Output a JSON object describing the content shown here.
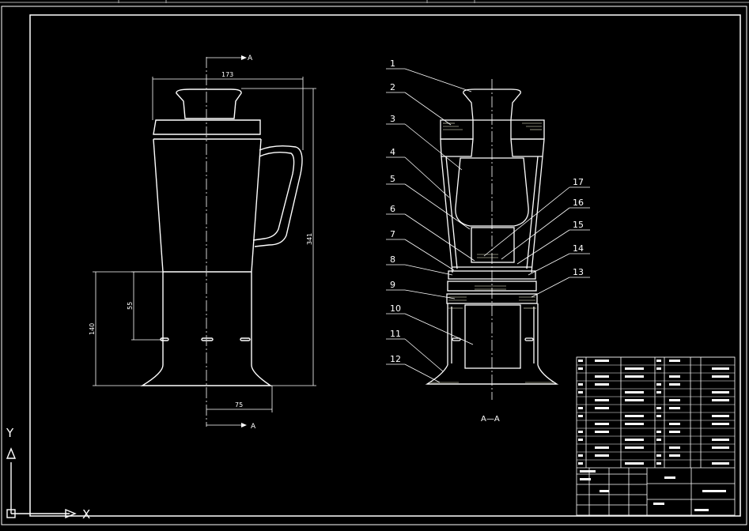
{
  "colors": {
    "background": "#000000",
    "line": "#ffffff",
    "center_line": "#cfcfcf"
  },
  "front_view": {
    "dims": {
      "top_width": "173",
      "height": "341",
      "base_height": "140",
      "inner_height": "55",
      "base_offset": "75"
    },
    "section_marks": {
      "top": "A",
      "bottom": "A"
    }
  },
  "section_view": {
    "caption": "A—A",
    "balloons": [
      "1",
      "2",
      "3",
      "4",
      "5",
      "6",
      "7",
      "8",
      "9",
      "10",
      "11",
      "12",
      "13",
      "14",
      "15",
      "16",
      "17"
    ]
  },
  "axes": {
    "y": "Y",
    "x": "X"
  },
  "icons": [
    "ucs-axis-icon"
  ]
}
